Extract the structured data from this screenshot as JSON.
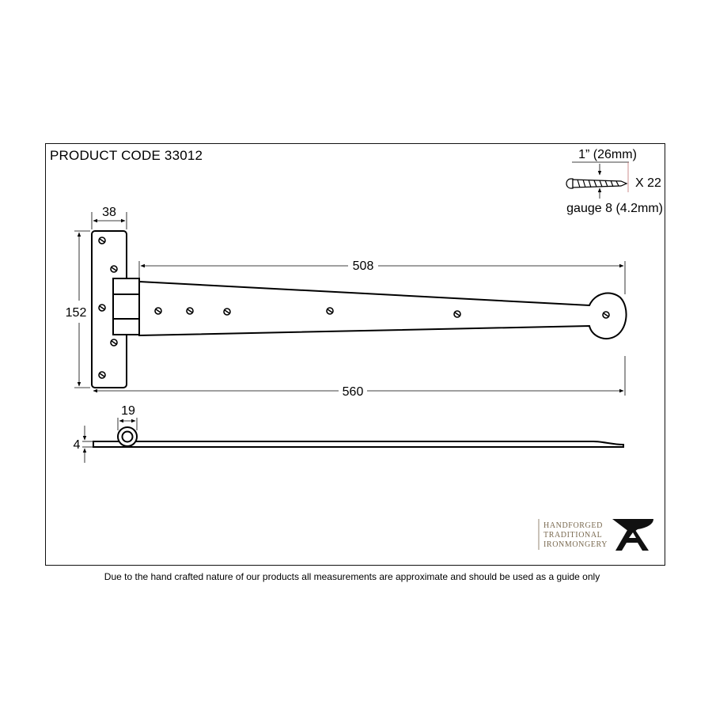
{
  "product_code": "PRODUCT CODE 33012",
  "dimensions": {
    "plate_width": "38",
    "plate_height": "152",
    "strap_length": "508",
    "overall_length": "560",
    "knuckle_diameter": "19",
    "thickness": "4"
  },
  "screw": {
    "length": "1” (26mm)",
    "quantity": "X 22",
    "gauge": "gauge 8 (4.2mm)"
  },
  "brand": {
    "line1": "HANDFORGED",
    "line2": "TRADITIONAL",
    "line3": "IRONMONGERY",
    "logo_icon": "anvil-icon",
    "color": "#7a6a50"
  },
  "disclaimer": "Due to the hand crafted nature of our products all measurements are approximate and should be used as a guide only"
}
